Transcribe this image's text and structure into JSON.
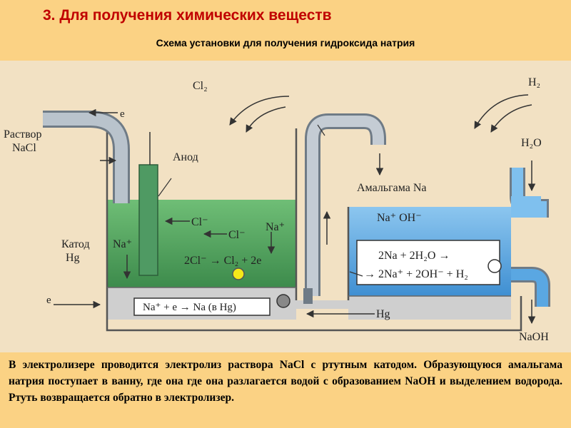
{
  "header": {
    "title": "3. Для получения химических веществ",
    "subtitle": "Схема установки для получения гидроксида натрия"
  },
  "diagram": {
    "labels": {
      "cl2": "Cl₂",
      "h2": "H₂",
      "e_top": "e",
      "solution_line1": "Раствор",
      "solution_line2": "NaCl",
      "anode": "Анод",
      "h2o": "H₂O",
      "amalgam": "Амальгама Na",
      "na_oh_ions": "Na⁺  OH⁻",
      "cathode_line1": "Катод",
      "cathode_line2": "Hg",
      "na_plus_left": "Na⁺",
      "cl_minus_1": "Cl⁻",
      "cl_minus_2": "Cl⁻",
      "na_plus_right": "Na⁺",
      "anode_reaction": "2Cl⁻ → Cl₂ + 2e",
      "cathode_reaction": "Na⁺ + e → Na (в Hg)",
      "decomposition_line1": "2Na + 2H₂O →",
      "decomposition_line2": "→ 2Na⁺ + 2OH⁻ + H₂",
      "e_bottom": "e",
      "hg": "Hg",
      "naoh": "NaOH"
    },
    "colors": {
      "electrolyte": "#4fa25a",
      "water": "#62aee6",
      "mercury": "#c9c9c9",
      "pipe": "#aab6c2",
      "anode": "#4f9a63"
    }
  },
  "footer": {
    "text": "В электролизере проводится электролиз раствора NaCl с ртутным катодом. Образующуюся амальгама натрия поступает в ванну, где она где она разлагается водой с образованием NaOH и выделением водорода. Ртуть возвращается обратно в электролизер."
  }
}
